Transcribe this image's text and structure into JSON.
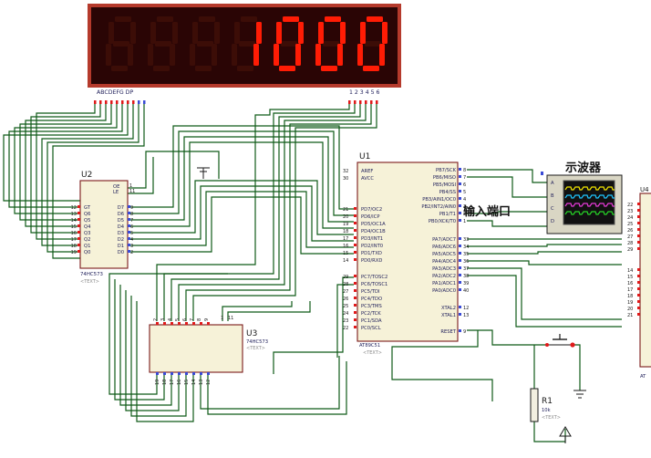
{
  "display": {
    "digits": [
      "",
      "",
      "",
      "1",
      "0",
      "0",
      "0"
    ],
    "left_pins_label": "ABCDEFG DP",
    "right_pins_label": "1 2 3 4 5 6",
    "colors": {
      "lit": "#ff1c05",
      "unlit": "#3c0d07",
      "frame": "#b53a2c",
      "bezel": "#2a0505"
    }
  },
  "u2": {
    "ref": "U2",
    "part": "74HC573",
    "sub": "<TEXT>",
    "top_pins": [
      "OE",
      "LE"
    ],
    "left_pins": [
      "GT",
      "Q6",
      "Q5",
      "Q4",
      "Q3",
      "Q2",
      "Q1",
      "Q0"
    ],
    "right_pins": [
      "D7",
      "D6",
      "D5",
      "D4",
      "D3",
      "D2",
      "D1",
      "D0"
    ],
    "left_nums": [
      "12",
      "13",
      "14",
      "15",
      "16",
      "17",
      "18",
      "19"
    ],
    "right_nums": [
      "9",
      "8",
      "7",
      "6",
      "5",
      "4",
      "3",
      "2"
    ],
    "top_nums": [
      "1",
      "11"
    ]
  },
  "u3": {
    "ref": "U3",
    "part": "74HC573",
    "sub": "<TEXT>",
    "top_nums": [
      "2",
      "3",
      "4",
      "5",
      "6",
      "7",
      "8",
      "9"
    ],
    "bottom_nums": [
      "19",
      "18",
      "17",
      "16",
      "15",
      "14",
      "13",
      "12"
    ],
    "side_nums": [
      "1",
      "11"
    ]
  },
  "u1": {
    "ref": "U1",
    "part": "AT89C51",
    "sub": "<TEXT>",
    "pwr_pins": [
      "AREF",
      "AVCC"
    ],
    "pwr_nums": [
      "32",
      "30"
    ],
    "left_pins": [
      "PD7/OC2",
      "PD6/ICP",
      "PD5/OC1A",
      "PD4/OC1B",
      "PD3/INT1",
      "PD2/INT0",
      "PD1/TXD",
      "PD0/RXD",
      "PC7/TOSC2",
      "PC6/TOSC1",
      "PC5/TDI",
      "PC4/TDO",
      "PC3/TMS",
      "PC2/TCK",
      "PC1/SDA",
      "PC0/SCL"
    ],
    "left_nums": [
      "21",
      "20",
      "19",
      "18",
      "17",
      "16",
      "15",
      "14",
      "29",
      "28",
      "27",
      "26",
      "25",
      "24",
      "23",
      "22"
    ],
    "right_pins": [
      "PB7/SCK",
      "PB6/MISO",
      "PB5/MOSI",
      "PB4/SS",
      "PB3/AIN1/OC0",
      "PB2/INT2/AIN0",
      "PB1/T1",
      "PB0/XCK/T0",
      "PA7/ADC7",
      "PA6/ADC6",
      "PA5/ADC5",
      "PA4/ADC4",
      "PA3/ADC3",
      "PA2/ADC2",
      "PA1/ADC1",
      "PA0/ADC0",
      "XTAL2",
      "XTAL1",
      "RESET"
    ],
    "right_nums": [
      "8",
      "7",
      "6",
      "5",
      "4",
      "3",
      "2",
      "1",
      "33",
      "34",
      "35",
      "36",
      "37",
      "38",
      "39",
      "40",
      "12",
      "13",
      "9"
    ]
  },
  "scope": {
    "title": "示波器",
    "channels": [
      "A",
      "B",
      "C",
      "D"
    ],
    "trace_colors": [
      "#f2e600",
      "#1fc6ff",
      "#e83ad9",
      "#27d627"
    ]
  },
  "input_port_label": "输入端口",
  "r1": {
    "ref": "R1",
    "value": "10k",
    "sub": "<TEXT>"
  },
  "u4": {
    "ref": "U4",
    "nums_a": [
      "22",
      "23",
      "24",
      "25",
      "26",
      "27",
      "28",
      "29"
    ],
    "nums_b": [
      "14",
      "15",
      "16",
      "17",
      "18",
      "19",
      "20",
      "21"
    ],
    "sub": "AT"
  }
}
